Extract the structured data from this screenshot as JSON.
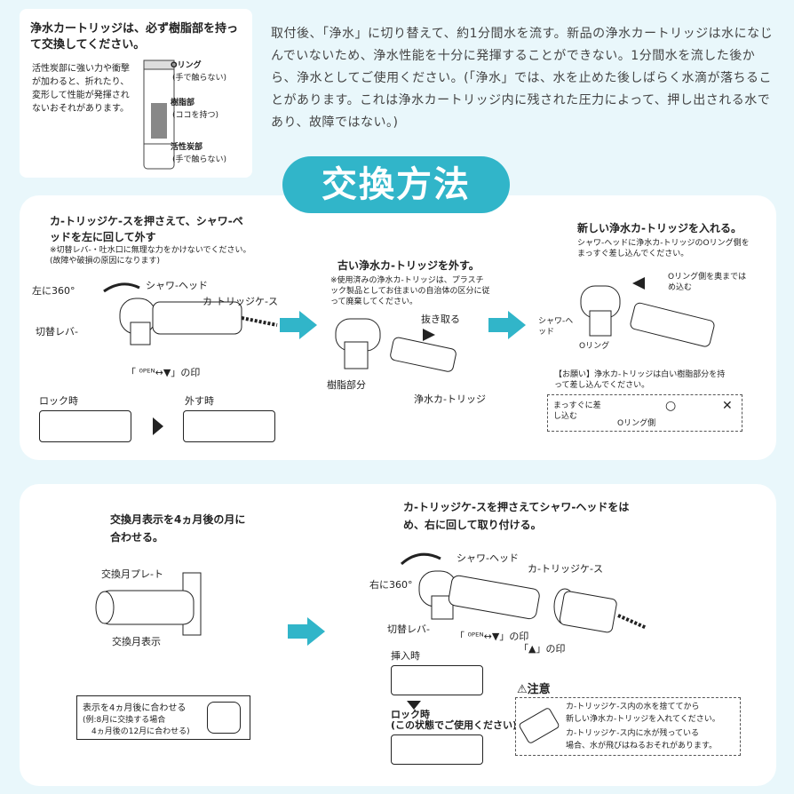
{
  "intro_text": "取付後、「浄水」に切り替えて、約1分間水を流す。新品の浄水カートリッジは水になじんでいないため、浄水性能を十分に発揮することができない。1分間水を流した後から、浄水としてご使用ください。(「浄水」では、水を止めた後しばらく水滴が落ちることがあります。これは浄水カートリッジ内に残された圧力によって、押し出される水であり、故障ではない。)",
  "title": "交換方法",
  "cartridge_box": {
    "heading": "浄水カートリッジは、必ず樹脂部を持って交換してください。",
    "warning": "活性炭部に強い力や衝撃が加わると、折れたり、変形して性能が発揮されないおそれがあります。",
    "o_ring": "Oリング",
    "o_ring_note": "(手で触らない)",
    "resin": "樹脂部",
    "resin_note": "(ココを持つ)",
    "carbon": "活性炭部",
    "carbon_note": "(手で触らない)"
  },
  "step1": {
    "heading": "カ-トリッジケ-スを押さえて、シャワ-ペッドを左に回して外す",
    "note": "※切替レバ-・吐水口に無理な力をかけないでください。(故障や破損の原因になります)",
    "rotate": "左に360°",
    "shower_head": "シャワ-ヘッド",
    "case": "カ-トリッジケ-ス",
    "lever": "切替レバ-",
    "mark": "「 ⁰ᴾᴱᴺ↔▼」の印",
    "locked": "ロック時",
    "unlocked": "外す時"
  },
  "step2": {
    "heading": "古い浄水カ-トリッジを外す。",
    "note": "※使用済みの浄水カ-トリッジは、プラスチック製品としてお住まいの自治体の区分に従って廃棄してください。",
    "pull": "抜き取る",
    "resin": "樹脂部分",
    "cartridge": "浄水カ-トリッジ"
  },
  "step3": {
    "heading": "新しい浄水カ-トリッジを入れる。",
    "note": "シャワ-ヘッドに浄水カ-トリッジのOリング側をまっすぐ差し込んでください。",
    "insert": "Oリング側を奥まではめ込む",
    "shower_head": "シャワ-ヘッド",
    "o_ring": "Oリング",
    "request": "【お願い】浄水カ-トリッジは白い樹脂部分を持って差し込んでください。",
    "straight": "まっすぐに差し込む",
    "o_side": "Oリング側",
    "ok": "○",
    "ng": "✕"
  },
  "step4": {
    "heading": "交換月表示を4ヵ月後の月に合わせる。",
    "plate": "交換月プレ-ト",
    "display": "交換月表示",
    "example_title": "表示を4ヵ月後に合わせる",
    "example_line1": "(例:8月に交換する場合",
    "example_line2": "4ヵ月後の12月に合わせる)"
  },
  "step5": {
    "heading": "カ-トリッジケ-スを押さえてシャワ-ヘッドをはめ、右に回して取り付ける。",
    "rotate": "右に360°",
    "shower_head": "シャワ-ヘッド",
    "case": "カ-トリッジケ-ス",
    "lever": "切替レバ-",
    "mark": "「 ⁰ᴾᴱᴺ↔▼」の印",
    "tri_mark": "「▲」の印",
    "inserted": "挿入時",
    "locked": "ロック時",
    "locked_note": "(この状態でご使用ください)"
  },
  "caution": {
    "title": "⚠注意",
    "line1": "カ-トリッジケ-ス内の水を捨ててから",
    "line2": "新しい浄水カ-トリッジを入れてください。",
    "line3": "カ-トリッジケ-ス内に水が残っている",
    "line4": "場合、水が飛びはねるおそれがあります。"
  },
  "colors": {
    "accent": "#31b5c9",
    "background": "#e9f7fb"
  }
}
